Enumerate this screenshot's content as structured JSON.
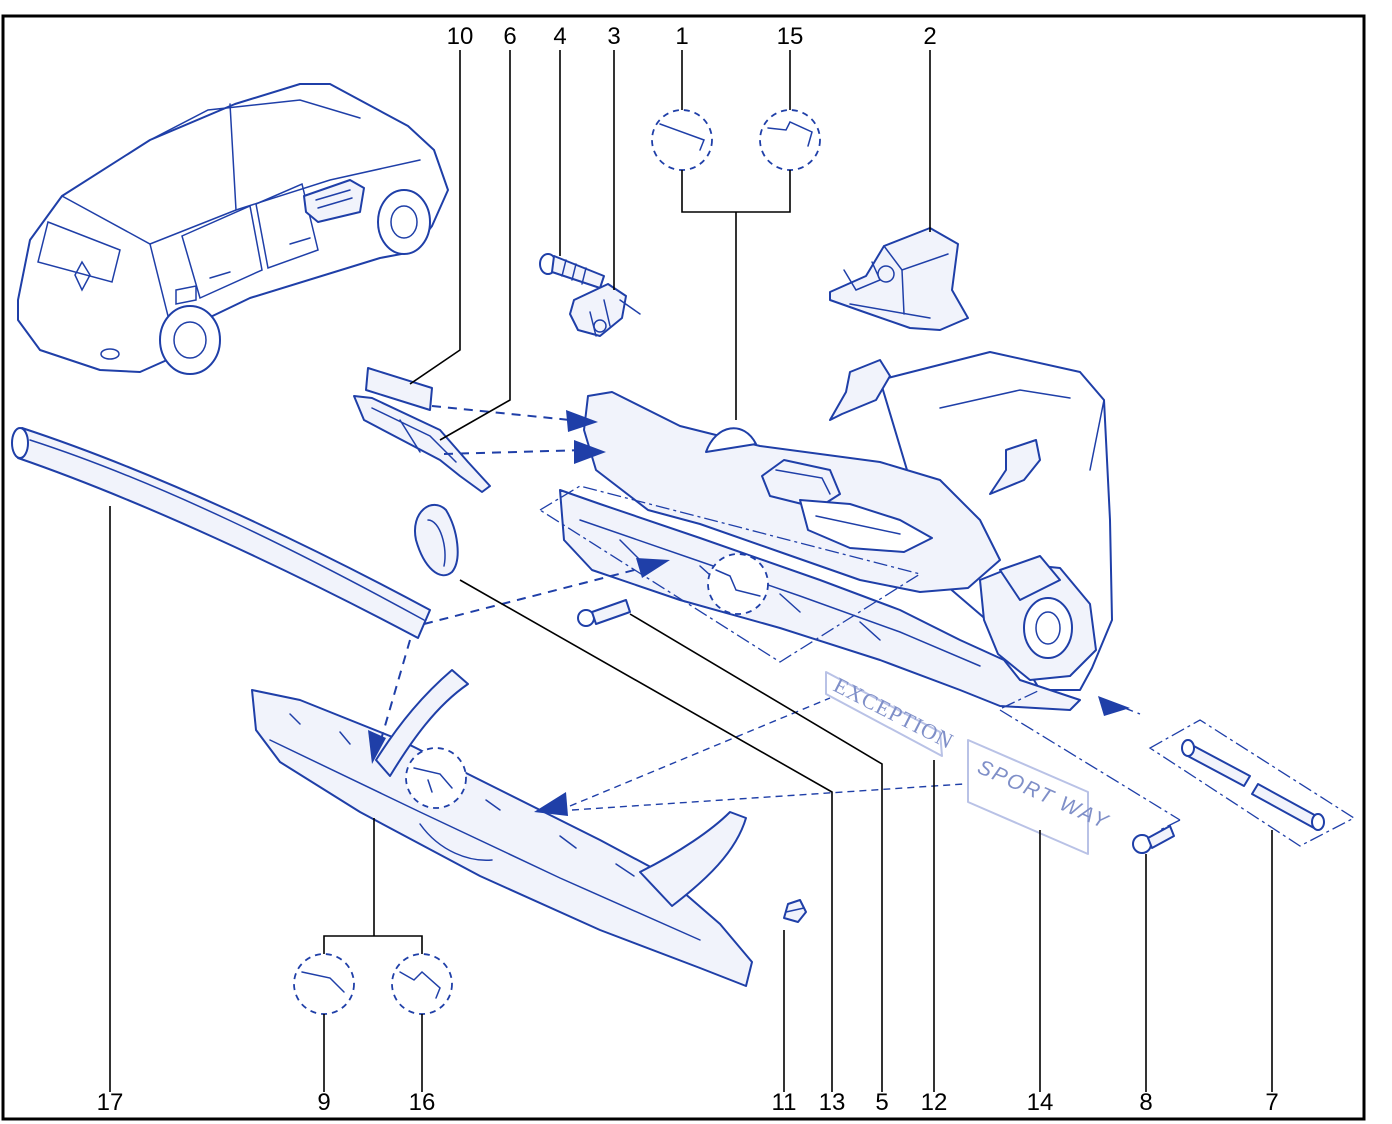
{
  "callouts": {
    "top": [
      "10",
      "6",
      "4",
      "3",
      "1",
      "15",
      "2"
    ],
    "bottom": [
      "17",
      "9",
      "16",
      "11",
      "13",
      "5",
      "12",
      "14",
      "8",
      "7"
    ]
  },
  "badges": {
    "exception": "EXCEPTION",
    "sport_way": "SPORT WAY"
  },
  "colors": {
    "line_art": "#1f3fa8",
    "leader": "#000000",
    "badge_text": "#7f8fc8"
  }
}
